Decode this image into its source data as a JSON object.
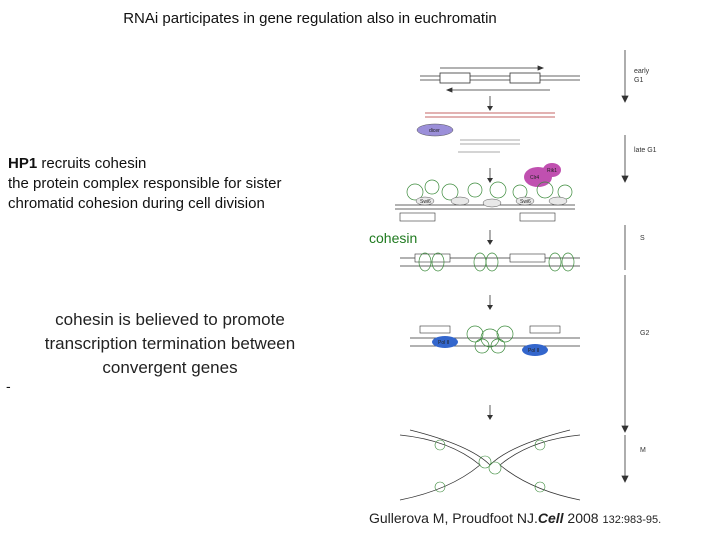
{
  "title": "RNAi participates in gene regulation also  in euchromatin",
  "hp1_text": {
    "bold": "HP1",
    "line1_rest": " recruits cohesin",
    "line2": "the protein complex responsible for sister",
    "line3": "chromatid cohesion during cell division"
  },
  "cohesin_label": "cohesin",
  "note_lines": [
    "cohesin is believed to promote",
    "transcription termination between",
    "convergent genes"
  ],
  "dash": "-",
  "citation": {
    "authors": "Gullerova M, Proudfoot NJ.",
    "journal": "Cell",
    "year": " 2008 ",
    "volume": "132:983-95."
  },
  "diagram": {
    "stages": [
      "early G1",
      "late G1",
      "S",
      "G2",
      "M"
    ],
    "proteins": {
      "dicer": "dicer",
      "hp1": "Swi6",
      "clr4": "Clr4",
      "rik1": "Rik1",
      "pol2": "Pol II"
    },
    "colors": {
      "cohesin_ring": "#3a8a3a",
      "dicer": "#9b8fd9",
      "clr4": "#c050b0",
      "pol2": "#3366cc"
    }
  }
}
